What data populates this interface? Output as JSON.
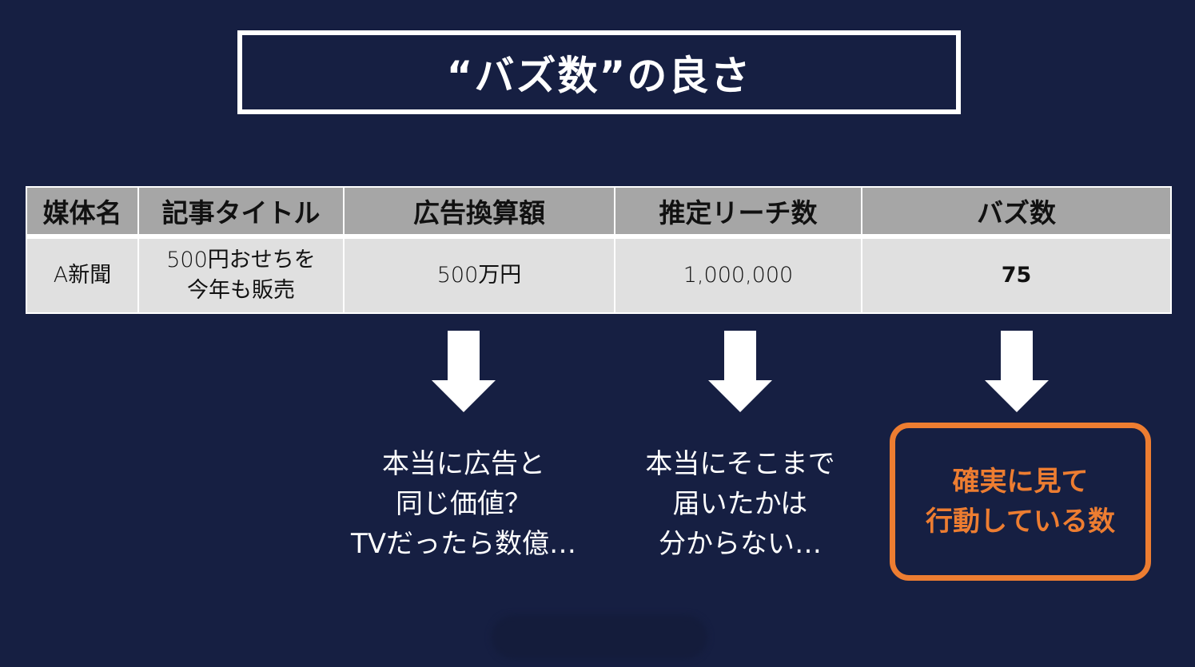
{
  "title": "“バズ数”の良さ",
  "table": {
    "headers": [
      "媒体名",
      "記事タイトル",
      "広告換算額",
      "推定リーチ数",
      "バズ数"
    ],
    "row": {
      "media": "A新聞",
      "article_line1": "500円おせちを",
      "article_line2": "今年も販売",
      "ad_value": "500万円",
      "reach": "1,000,000",
      "buzz": "75"
    }
  },
  "notes": {
    "ad_value": [
      "本当に広告と",
      "同じ価値？",
      "TVだったら数億…"
    ],
    "reach": [
      "本当にそこまで",
      "届いたかは",
      "分からない…"
    ],
    "buzz": [
      "確実に見て",
      "行動している数"
    ]
  },
  "colors": {
    "background": "#161f42",
    "header": "#a6a6a6",
    "cell": "#e0e0e0",
    "accent": "#ed7d31"
  }
}
